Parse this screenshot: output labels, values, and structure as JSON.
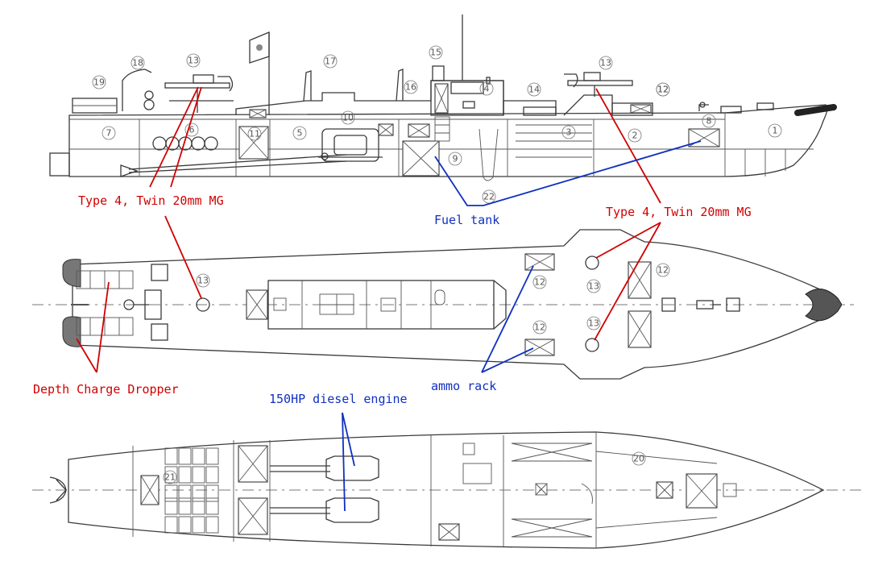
{
  "colors": {
    "weapon_label": "#d10000",
    "systems_label": "#1030c0",
    "line": "#3a3a3a",
    "number": "#555555"
  },
  "labels": {
    "mg_left": "Type 4, Twin 20mm MG",
    "mg_right": "Type 4, Twin 20mm MG",
    "fuel_tank": "Fuel tank",
    "ammo_rack": "ammo rack",
    "depth_charge": "Depth Charge Dropper",
    "engine": "150HP diesel engine"
  },
  "callouts": {
    "side_view": [
      "1",
      "2",
      "3",
      "4",
      "5",
      "6",
      "7",
      "8",
      "9",
      "10",
      "11",
      "12",
      "13",
      "14",
      "15",
      "16",
      "17",
      "18",
      "19",
      "22",
      "13",
      "12"
    ],
    "deck_plan": [
      "13",
      "12",
      "12",
      "13",
      "12",
      "13"
    ],
    "hull_plan": [
      "20",
      "21"
    ]
  }
}
